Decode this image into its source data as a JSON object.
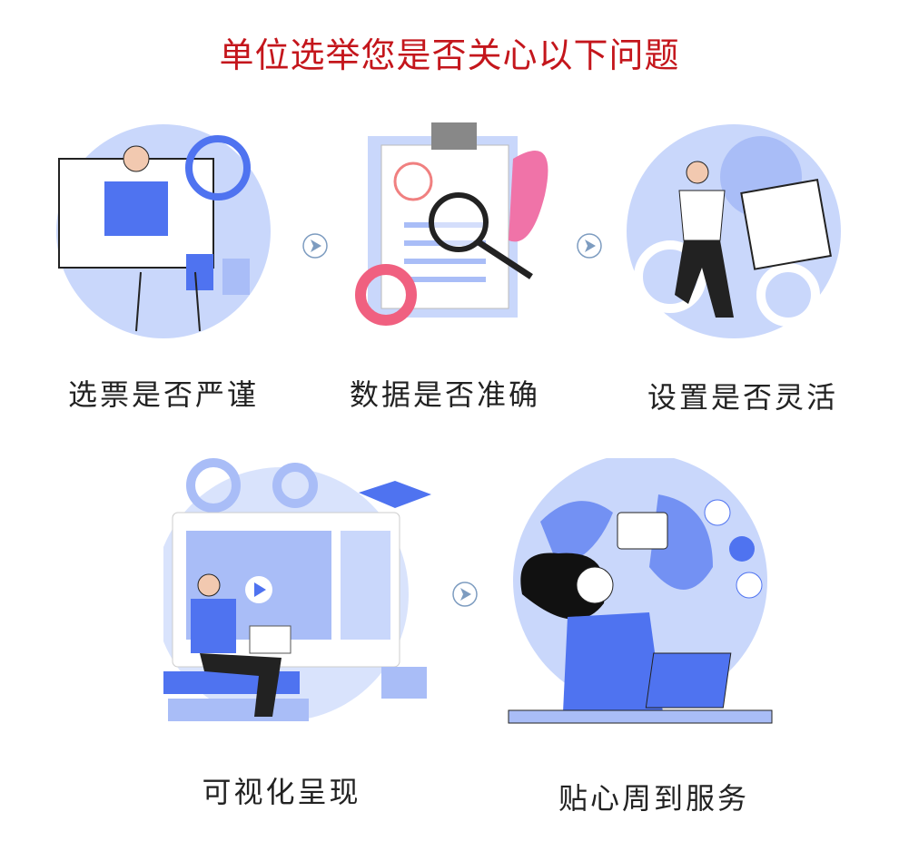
{
  "title": "单位选举您是否关心以下问题",
  "items": [
    {
      "label": "选票是否严谨",
      "icon": "voting-presentation-illustration"
    },
    {
      "label": "数据是否准确",
      "icon": "clipboard-magnifier-illustration"
    },
    {
      "label": "设置是否灵活",
      "icon": "rubiks-cube-gears-illustration"
    },
    {
      "label": "可视化呈现",
      "icon": "monitor-learning-illustration"
    },
    {
      "label": "贴心周到服务",
      "icon": "globe-customer-service-illustration"
    }
  ],
  "colors": {
    "title": "#c4161c",
    "primary": "#4f73f0",
    "light": "#c9d7fb",
    "arrow": "#7d9cc0"
  }
}
